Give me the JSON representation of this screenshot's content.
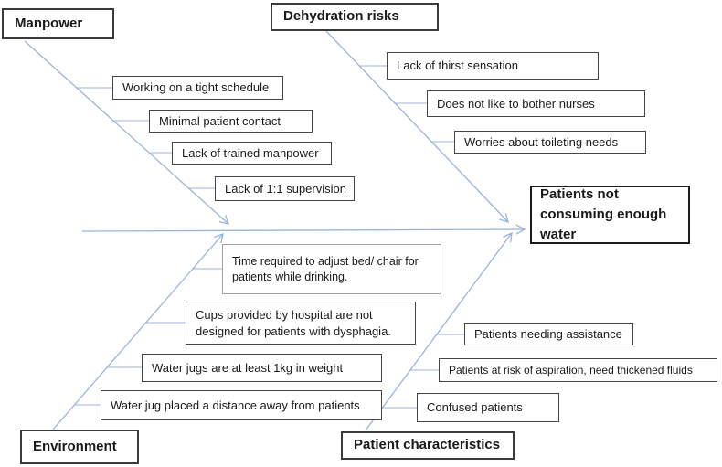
{
  "diagram": {
    "type": "fishbone-ishikawa",
    "effect": {
      "label": "Patients not consuming enough water"
    },
    "categories": [
      {
        "label": "Manpower",
        "causes": [
          "Working on a tight schedule",
          "Minimal patient contact",
          "Lack of trained manpower",
          "Lack of 1:1 supervision"
        ]
      },
      {
        "label": "Dehydration risks",
        "causes": [
          "Lack of thirst sensation",
          "Does not like to bother nurses",
          "Worries about toileting needs"
        ]
      },
      {
        "label": "Environment",
        "causes": [
          "Time required to adjust bed/ chair for patients while drinking.",
          "Cups provided by hospital are not designed for patients with dysphagia.",
          "Water jugs are at least 1kg in weight",
          "Water jug placed a distance away from patients"
        ]
      },
      {
        "label": "Patient characteristics",
        "causes": [
          "Patients needing assistance",
          "Patients at risk of aspiration, need thickened fluids",
          "Confused patients"
        ]
      }
    ],
    "colors": {
      "line": "#9cb3d9",
      "cause_border": "#454545",
      "light_border": "#a3a3a3",
      "category_border": "#3a3a3a",
      "effect_border": "#1c1c1c",
      "background": "#ffffff"
    }
  }
}
